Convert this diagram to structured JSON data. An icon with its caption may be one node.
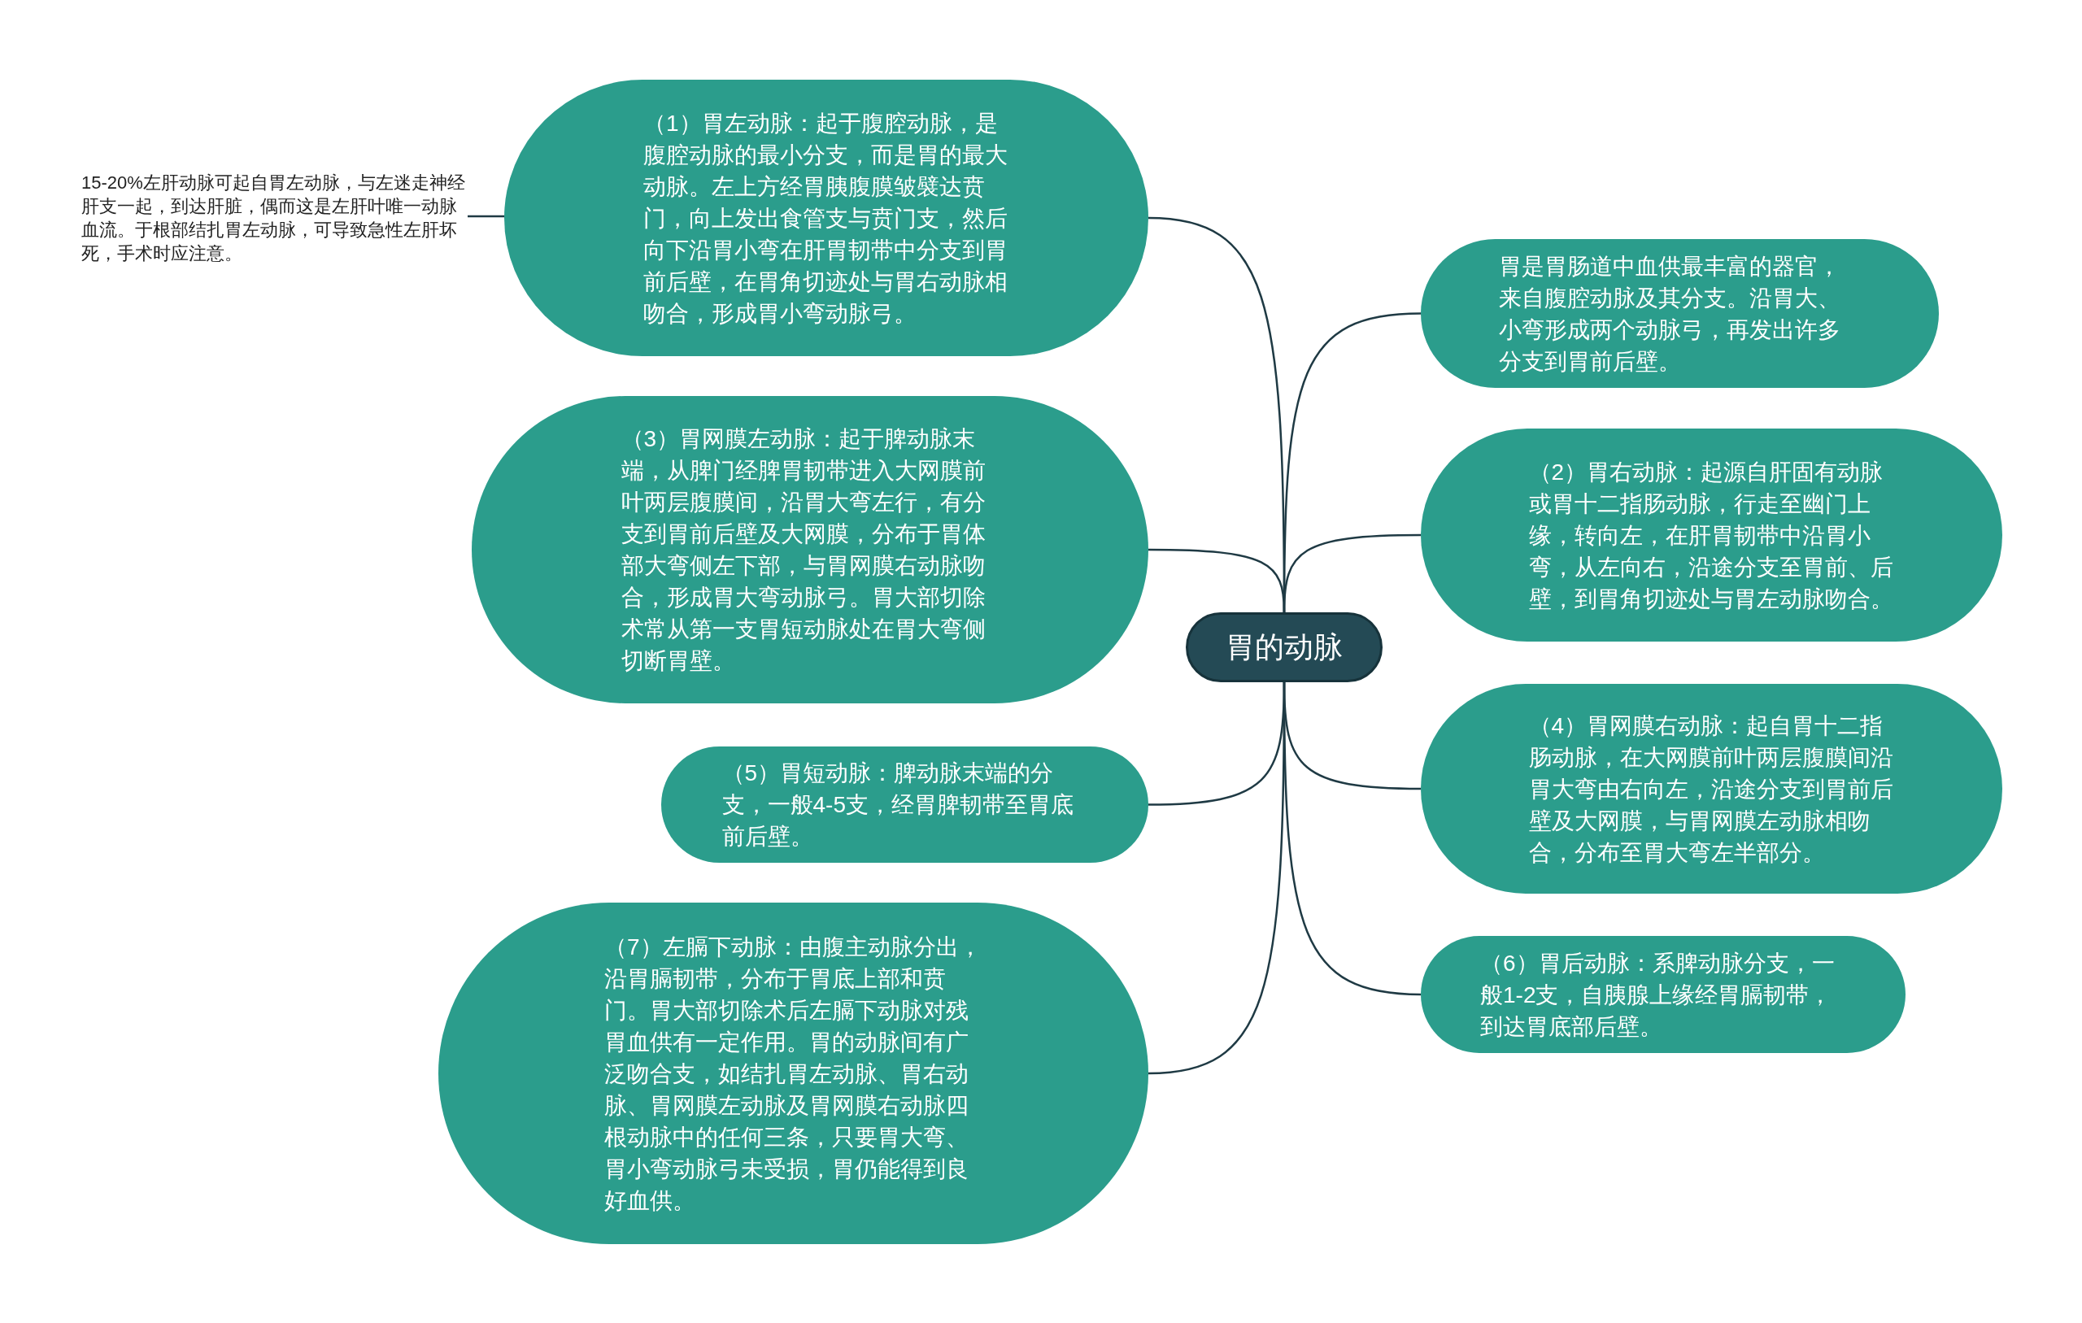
{
  "diagram": {
    "nodes": [
      {
        "text": [
          "胃的动脉"
        ]
      },
      {
        "text": [
          "（1）胃左动脉：起于腹腔动脉，是腹腔动脉的最小分支，而是胃的最大动脉。左上方经胃胰腹膜皱襞达贲门，向上发出食管支与贲门支，然后向下沿胃小弯在肝胃韧带中分支到胃前后壁，在胃角切迹处与胃右动脉相吻合，形成胃小弯动脉弓。"
        ]
      },
      {
        "text": [
          "15-20%左肝动脉可起自胃左动脉，与左迷走神经肝支一起，到达肝脏，偶而这是左肝叶唯一动脉血流。于根部结扎胃左动脉，可导致急性左肝坏死，手术时应注意。"
        ]
      },
      {
        "text": [
          "（3）胃网膜左动脉：起于脾动脉末端，从脾门经脾胃韧带进入大网膜前叶两层腹膜间，沿胃大弯左行，有分支到胃前后壁及大网膜，分布于胃体部大弯侧左下部，与胃网膜右动脉吻合，形成胃大弯动脉弓。胃大部切除术常从第一支胃短动脉处在胃大弯侧切断胃壁。"
        ]
      },
      {
        "text": [
          "（5）胃短动脉：脾动脉末端的分支，一般4-5支，经胃脾韧带至胃底前后壁。"
        ]
      },
      {
        "text": [
          "（7）左膈下动脉：由腹主动脉分出，沿胃膈韧带，分布于胃底上部和贲门。胃大部切除术后左膈下动脉对残胃血供有一定作用。胃的动脉间有广泛吻合支，如结扎胃左动脉、胃右动脉、胃网膜左动脉及胃网膜右动脉四根动脉中的任何三条，只要胃大弯、胃小弯动脉弓未受损，胃仍能得到良好血供。"
        ]
      },
      {
        "text": [
          "胃是胃肠道中血供最丰富的器官，来自腹腔动脉及其分支。沿胃大、小弯形成两个动脉弓，再发出许多分支到胃前后壁。"
        ]
      },
      {
        "text": [
          "（2）胃右动脉：起源自肝固有动脉或胃十二指肠动脉，行走至幽门上缘，转向左，在肝胃韧带中沿胃小弯，从左向右，沿途分支至胃前、后壁，到胃角切迹处与胃左动脉吻合。"
        ]
      },
      {
        "text": [
          "（4）胃网膜右动脉：起自胃十二指肠动脉，在大网膜前叶两层腹膜间沿胃大弯由右向左，沿途分支到胃前后壁及大网膜，与胃网膜左动脉相吻合，分布至胃大弯左半部分。"
        ]
      },
      {
        "text": [
          "（6）胃后动脉：系脾动脉分支，一般1-2支，自胰腺上缘经胃膈韧带，到达胃底部后壁。"
        ]
      }
    ],
    "edges": [
      {
        "from": 0,
        "to": 1,
        "arrow": "none"
      },
      {
        "from": 1,
        "to": 2,
        "arrow": "none"
      },
      {
        "from": 0,
        "to": 3,
        "arrow": "none"
      },
      {
        "from": 0,
        "to": 4,
        "arrow": "none"
      },
      {
        "from": 0,
        "to": 5,
        "arrow": "none"
      },
      {
        "from": 0,
        "to": 6,
        "arrow": "none"
      },
      {
        "from": 0,
        "to": 7,
        "arrow": "none"
      },
      {
        "from": 0,
        "to": 8,
        "arrow": "none"
      },
      {
        "from": 0,
        "to": 9,
        "arrow": "none"
      }
    ]
  }
}
